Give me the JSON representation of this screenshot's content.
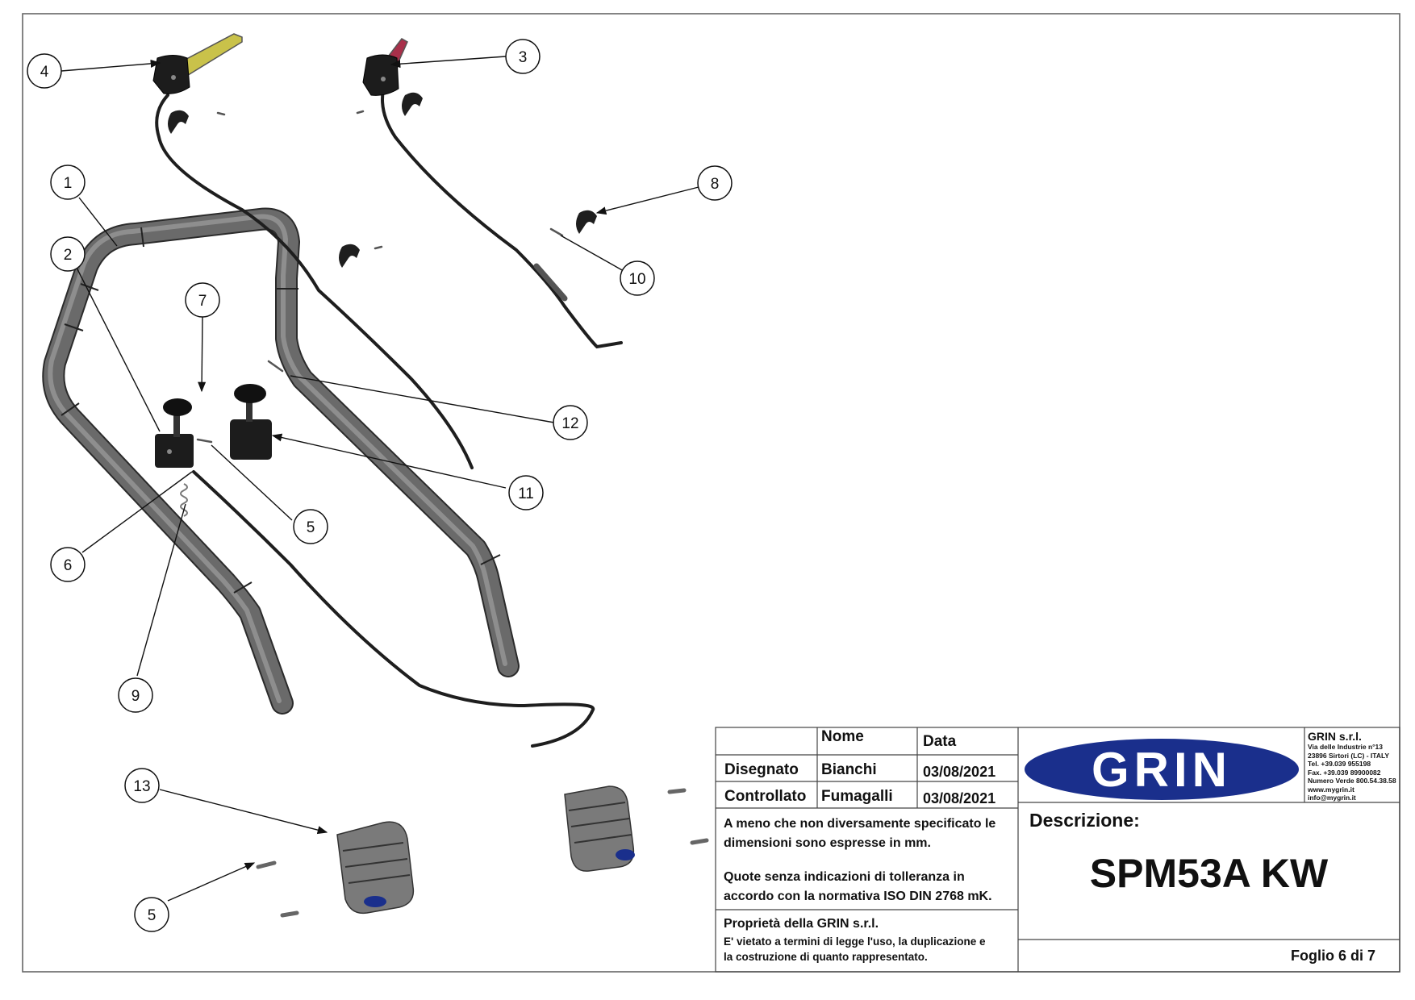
{
  "callouts": [
    {
      "number": "1"
    },
    {
      "number": "2"
    },
    {
      "number": "3"
    },
    {
      "number": "4"
    },
    {
      "number": "5"
    },
    {
      "number": "5"
    },
    {
      "number": "6"
    },
    {
      "number": "7"
    },
    {
      "number": "8"
    },
    {
      "number": "9"
    },
    {
      "number": "10"
    },
    {
      "number": "11"
    },
    {
      "number": "12"
    },
    {
      "number": "13"
    }
  ],
  "title_block": {
    "header_nome": "Nome",
    "header_data": "Data",
    "row_disegnato_label": "Disegnato",
    "row_disegnato_name": "Bianchi",
    "row_disegnato_date": "03/08/2021",
    "row_controllato_label": "Controllato",
    "row_controllato_name": "Fumagalli",
    "row_controllato_date": "03/08/2021",
    "note_dimensions_line1": "A meno che non diversamente specificato le",
    "note_dimensions_line2": "dimensioni sono espresse in mm.",
    "note_tolerance_line1": "Quote senza indicazioni di tolleranza in",
    "note_tolerance_line2": "accordo con la normativa ISO DIN 2768 mK.",
    "property_title": "Proprietà della GRIN s.r.l.",
    "property_line1": "E' vietato a termini di legge l'uso, la duplicazione e",
    "property_line2": "la costruzione di quanto rappresentato.",
    "logo_text": "GRIN",
    "company_name": "GRIN s.r.l.",
    "company_address1": "Via delle Industrie n°13",
    "company_address2": "23896 Sirtori (LC) - ITALY",
    "company_tel": "Tel. +39.039 955198",
    "company_fax": "Fax. +39.039 89900082",
    "company_numero_verde": "Numero Verde 800.54.38.58",
    "company_web": "www.mygrin.it",
    "company_email": "info@mygrin.it",
    "descrizione_label": "Descrizione:",
    "model": "SPM53A KW",
    "sheet": "Foglio 6 di 7"
  },
  "colors": {
    "tube": "#6a6a6a",
    "cable": "#1e1e1e",
    "lever_yellow": "#c9c24a",
    "lever_red": "#a8304a",
    "logo_blue": "#1a2f8c"
  }
}
